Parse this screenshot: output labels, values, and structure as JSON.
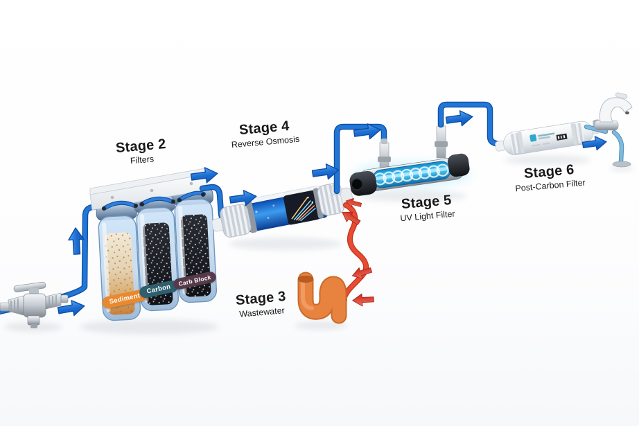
{
  "stages": [
    {
      "title": "Stage 2",
      "subtitle": "Filters"
    },
    {
      "title": "Stage 3",
      "subtitle": "Wastewater"
    },
    {
      "title": "Stage 4",
      "subtitle": "Reverse Osmosis"
    },
    {
      "title": "Stage 5",
      "subtitle": "UV Light Filter"
    },
    {
      "title": "Stage 6",
      "subtitle": "Post-Carbon Filter"
    }
  ],
  "filter_labels": [
    {
      "label": "Sediment",
      "color": "#e8892f"
    },
    {
      "label": "Carbon",
      "color": "#2d5f6e"
    },
    {
      "label": "Carb Block",
      "color": "#573a4a"
    }
  ],
  "colors": {
    "pipe_blue": "#2176d9",
    "waste_red": "#e84b33",
    "drain_orange": "#e8823f",
    "uv_glow": "#54d6ff",
    "arrow_blue": "#1e6fd2",
    "arrow_red": "#e03a2a"
  }
}
